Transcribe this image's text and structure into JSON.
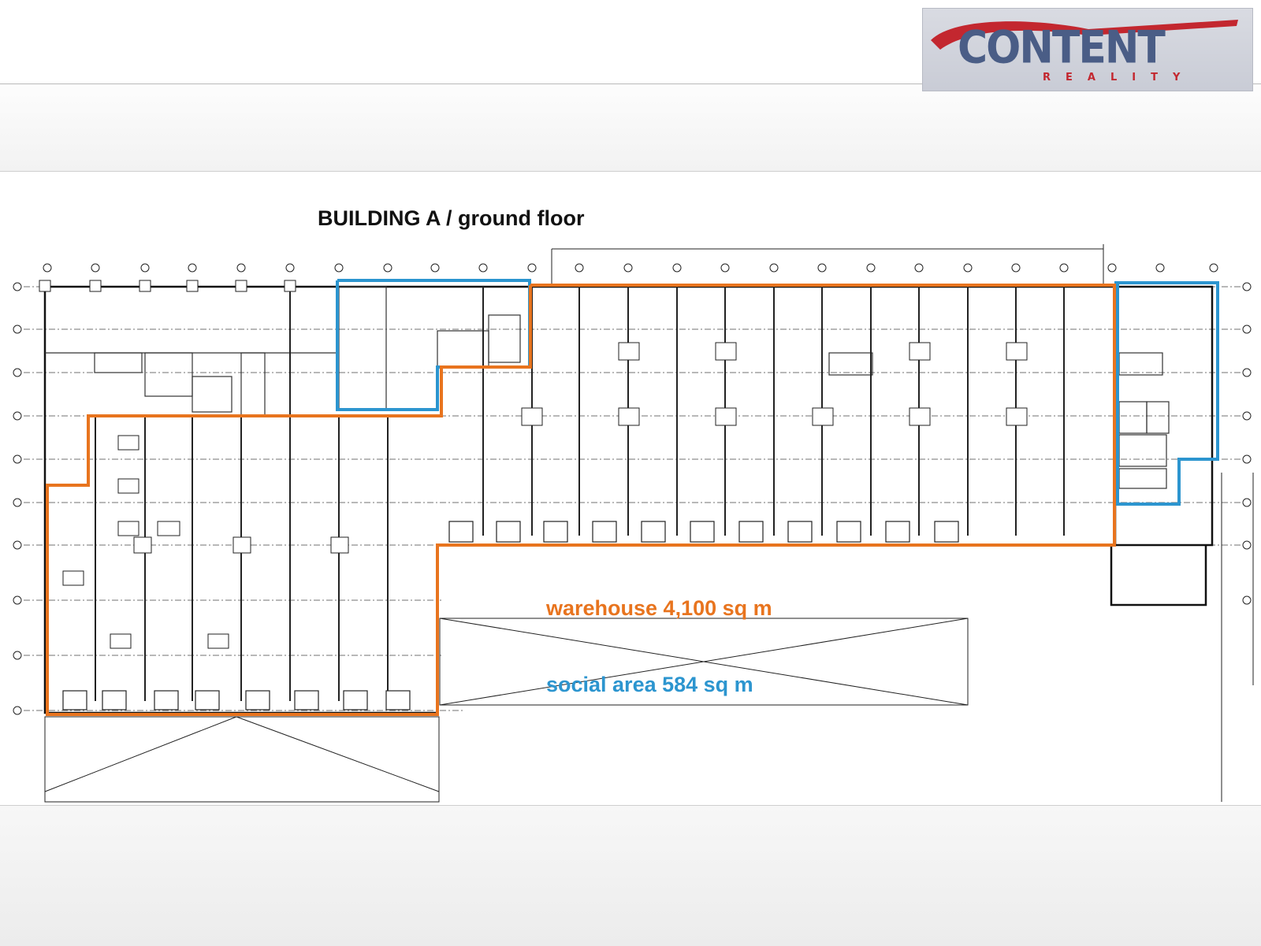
{
  "logo": {
    "brand": "CONTENT",
    "tagline": "REALITY",
    "colors": {
      "blue": "#4a5d86",
      "red": "#c3272f"
    }
  },
  "plan": {
    "title": "BUILDING A / ground floor"
  },
  "areas": {
    "warehouse": {
      "label": "warehouse 4,100 sq m",
      "color": "#e8741e"
    },
    "social": {
      "label": "social area 584 sq m",
      "color": "#2c95cf"
    }
  }
}
